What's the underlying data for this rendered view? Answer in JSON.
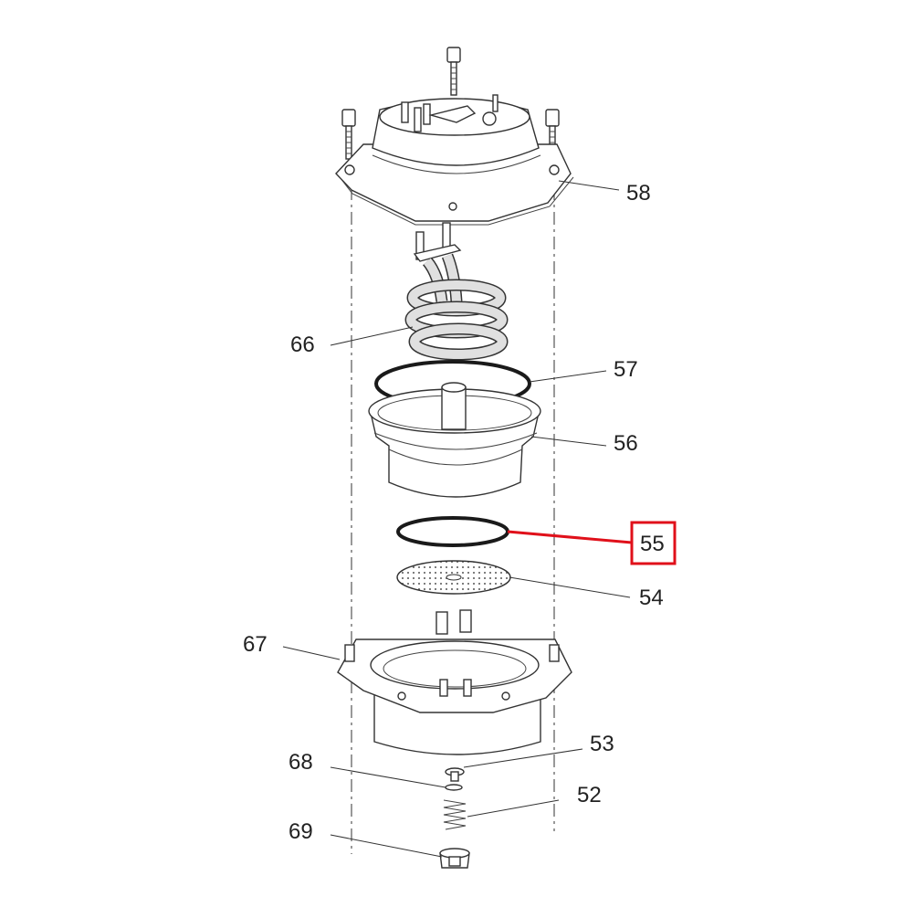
{
  "colors": {
    "line": "#333333",
    "highlight": "#e0101a",
    "coil": "#e0e0e0",
    "background": "#ffffff"
  },
  "labels": {
    "p58": "58",
    "p66": "66",
    "p57": "57",
    "p56": "56",
    "p55": "55",
    "p54": "54",
    "p67": "67",
    "p53": "53",
    "p68": "68",
    "p52": "52",
    "p69": "69"
  },
  "highlighted_part": "55"
}
